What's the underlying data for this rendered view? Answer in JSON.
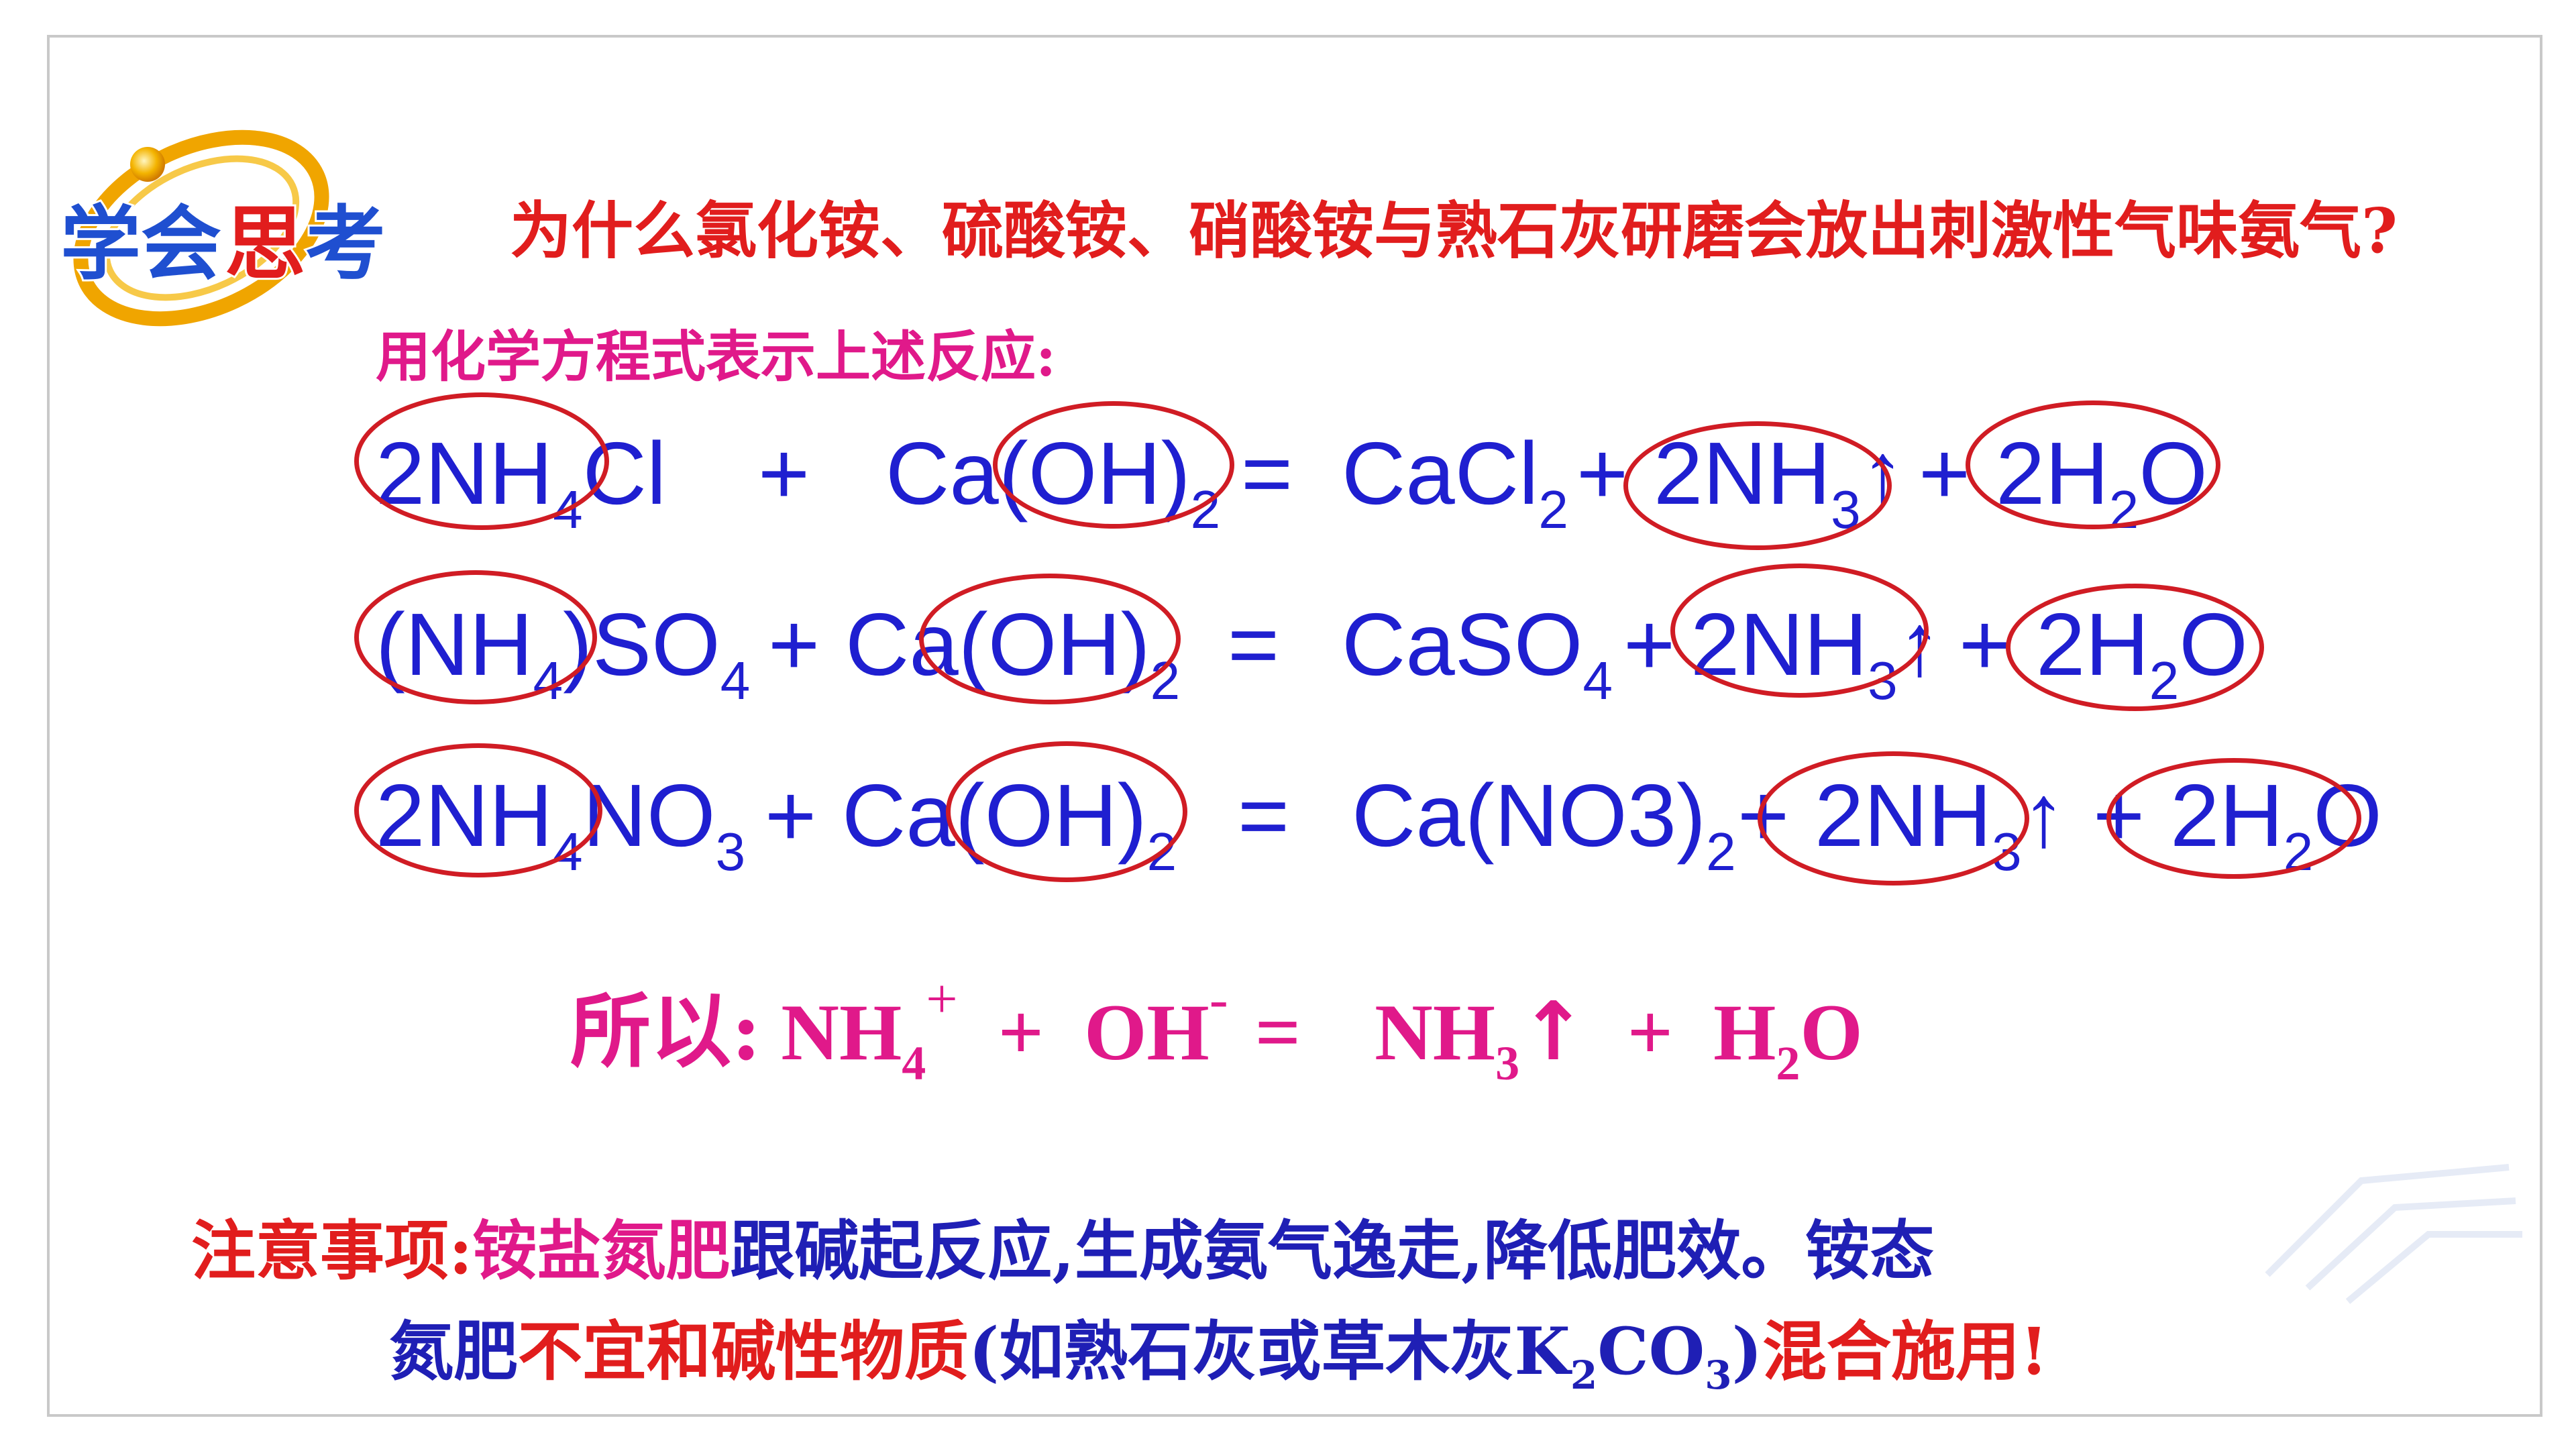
{
  "logo": {
    "text": "学会思考"
  },
  "question": "为什么氯化铵、硫酸铵、硝酸铵与熟石灰研磨会放出刺激性气味氨气?",
  "prompt": "用化学方程式表示上述反应:",
  "equations": [
    {
      "reactant1": [
        "2NH",
        "4",
        "Cl"
      ],
      "op1": "+",
      "reactant2": [
        "Ca(OH)",
        "2"
      ],
      "eq": "=",
      "product1": [
        "CaCl",
        "2"
      ],
      "op2": "+",
      "product2": [
        "2NH",
        "3",
        "↑"
      ],
      "op3": "+",
      "product3": [
        "2H",
        "2",
        "O"
      ]
    },
    {
      "reactant1": [
        "(NH",
        "4",
        ")SO",
        "4"
      ],
      "op1": "+",
      "reactant2": [
        "Ca(OH)",
        "2"
      ],
      "eq": "=",
      "product1": [
        "CaSO",
        "4"
      ],
      "op2": "+",
      "product2": [
        "2NH",
        "3",
        "↑"
      ],
      "op3": "+",
      "product3": [
        "2H",
        "2",
        "O"
      ]
    },
    {
      "reactant1": [
        "2NH",
        "4",
        "NO",
        "3"
      ],
      "op1": "+",
      "reactant2": [
        "Ca(OH)",
        "2"
      ],
      "eq": "=",
      "product1": [
        "Ca(NO3)",
        "2"
      ],
      "op2": "+",
      "product2": [
        "2NH",
        "3",
        "↑"
      ],
      "op3": "+",
      "product3": [
        "2H",
        "2",
        "O"
      ]
    }
  ],
  "conclusion": {
    "label": "所以:",
    "ion1": "NH",
    "ion1_sub": "4",
    "ion1_charge": "+",
    "plus1": "+",
    "ion2": "OH",
    "ion2_charge": "-",
    "eq": "=",
    "product1": "NH",
    "product1_sub": "3",
    "arrow": "↑",
    "plus2": "+",
    "product2_a": "H",
    "product2_sub": "2",
    "product2_b": "O"
  },
  "note": {
    "label": "注意事项:",
    "part1": "铵盐氮肥",
    "part2": "跟碱起反应,生成氨气逸走,降低肥效。铵态",
    "part3": "氮肥",
    "part4": "不宜和碱性物质",
    "part5": "(如熟石灰或草木灰K",
    "part5_sub1": "2",
    "part5_mid": "CO",
    "part5_sub2": "3",
    "part5_end": ")",
    "part6": "混合施用!"
  },
  "colors": {
    "question": "#e11d1d",
    "prompt": "#e0198a",
    "equation": "#1f1fd0",
    "ring": "#d01c24",
    "conclusion": "#e0198a",
    "note_red": "#e11d1d",
    "note_blue": "#1f1fb5"
  }
}
